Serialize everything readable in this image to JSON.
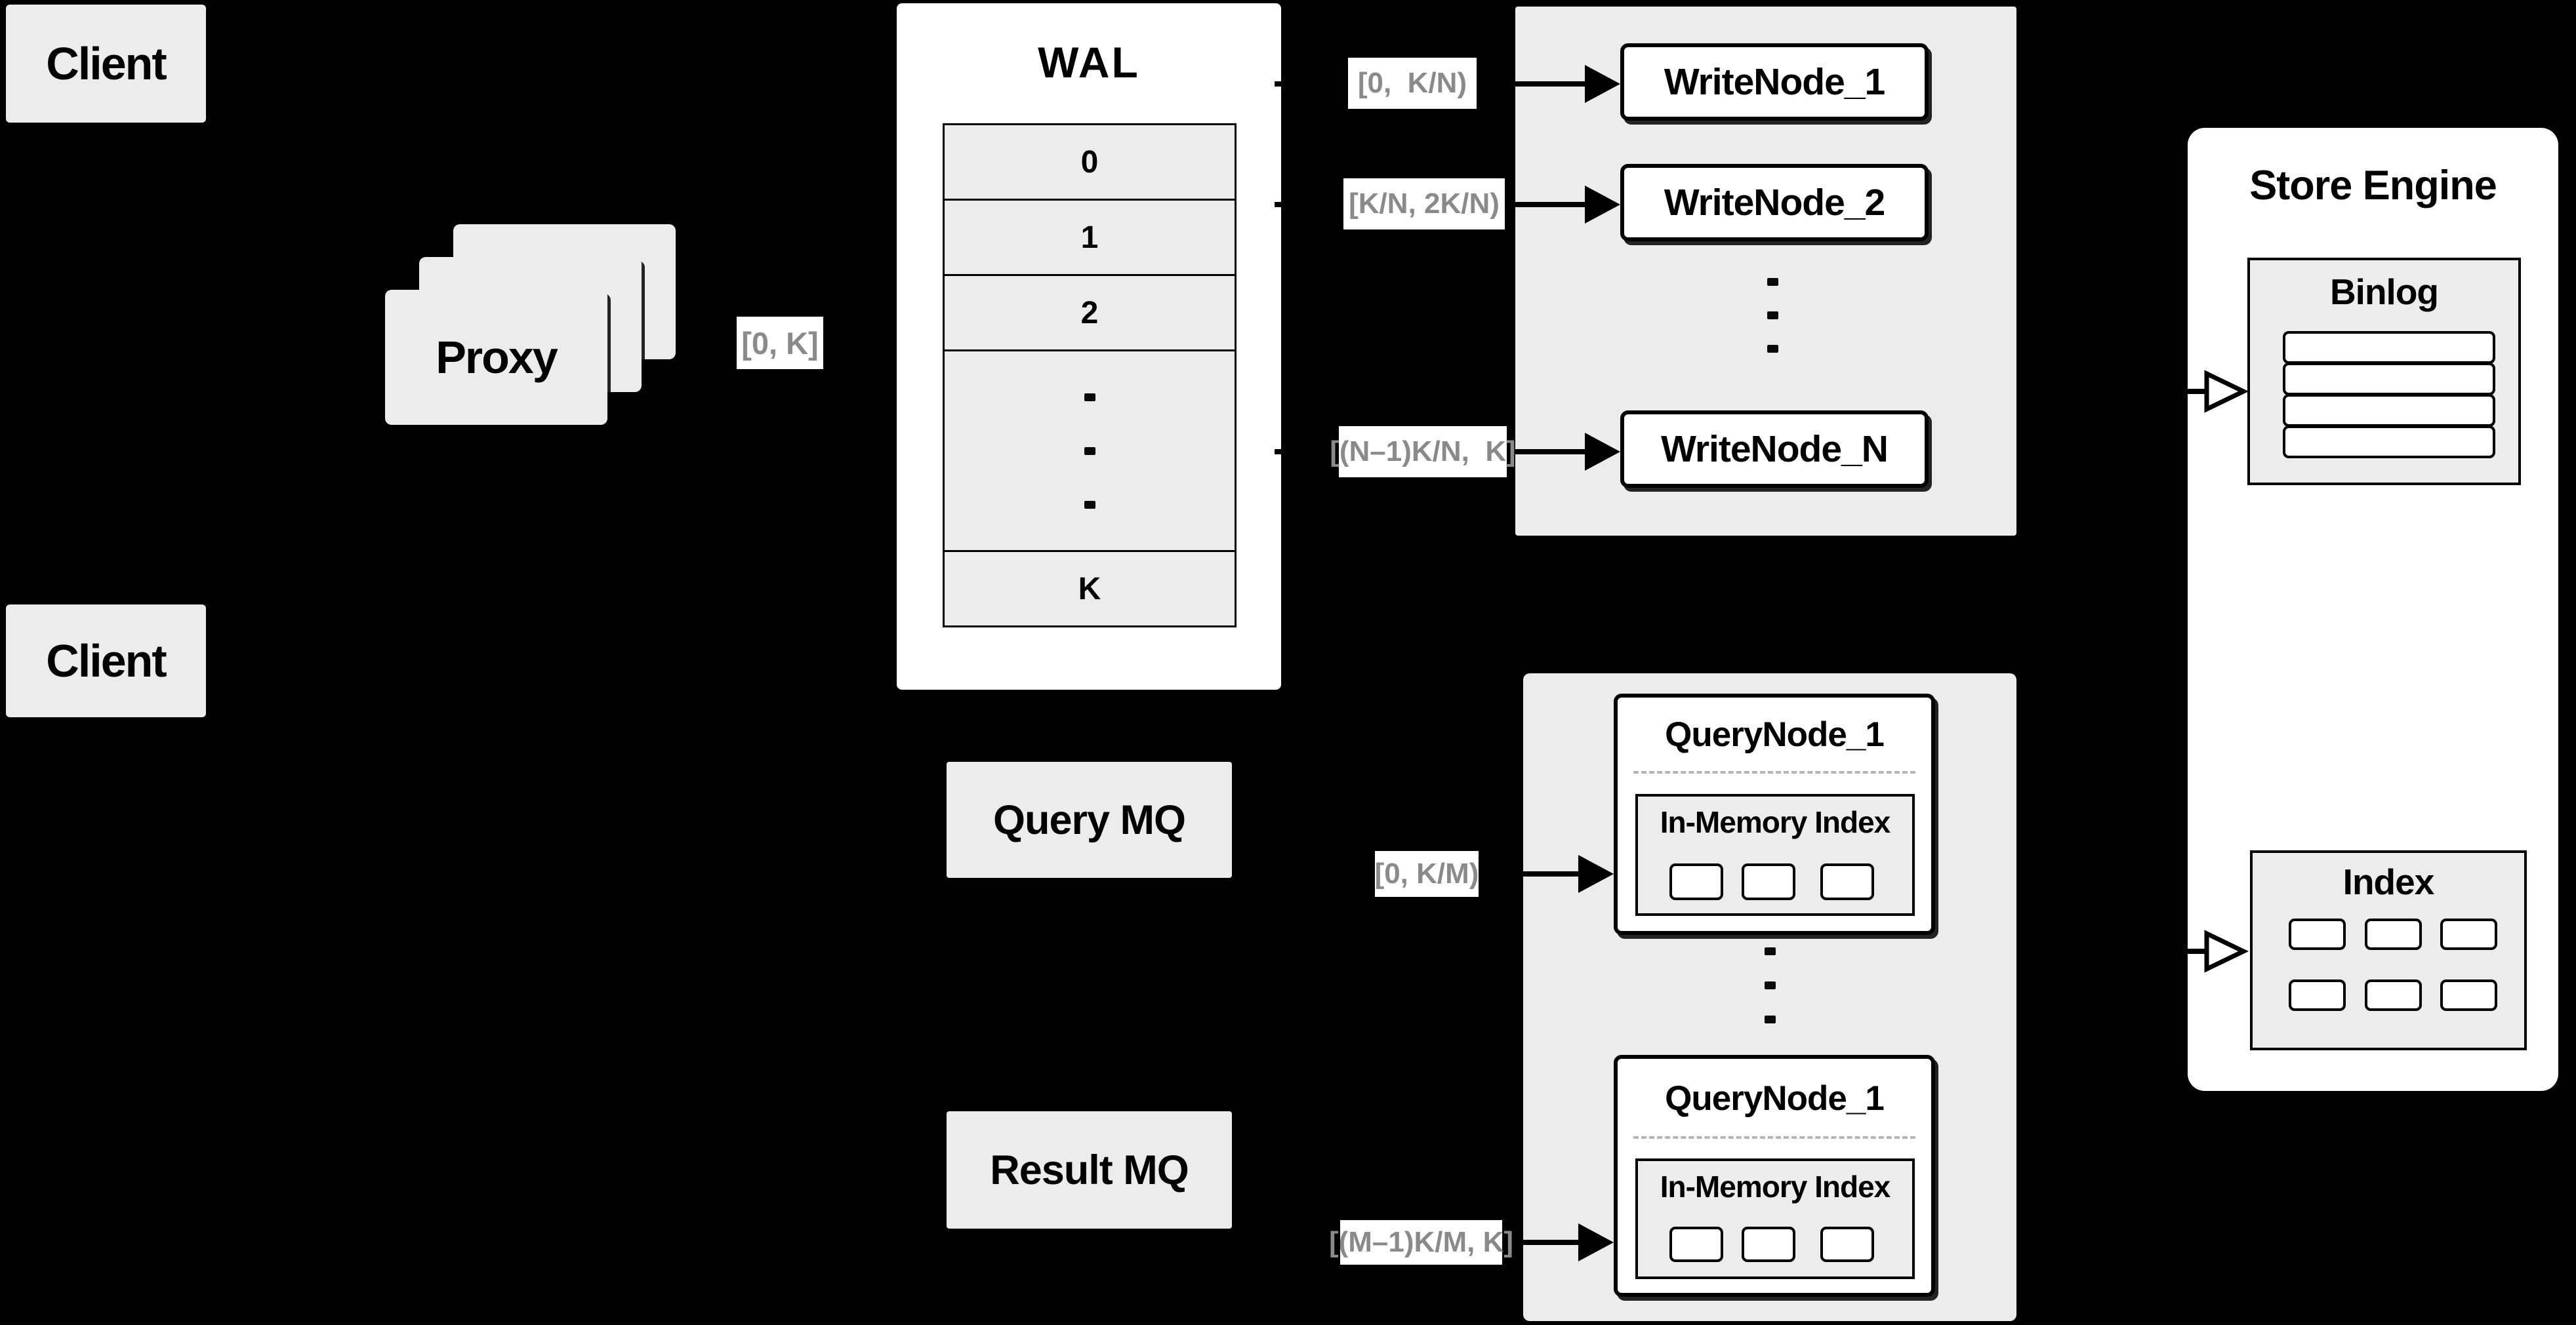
{
  "diagram": {
    "background": "#000000",
    "panel_gray": "#ececec",
    "panel_white": "#ffffff",
    "range_label_text_color": "#8a8a8a"
  },
  "clients": {
    "top_label": "Client",
    "bottom_label": "Client"
  },
  "proxy": {
    "label": "Proxy"
  },
  "wal": {
    "title": "WAL",
    "rows": [
      "0",
      "1",
      "2",
      "K"
    ]
  },
  "flow_labels": {
    "proxy_to_wal": "[0, K]",
    "write_node_1": "[0,  K/N)",
    "write_node_2": "[K/N, 2K/N)",
    "write_node_n": "[(N–1)K/N,  K]",
    "query_node_1": "[0, K/M)",
    "query_node_m": "[(M–1)K/M, K]"
  },
  "write_nodes": {
    "node_1": "WriteNode_1",
    "node_2": "WriteNode_2",
    "node_n": "WriteNode_N"
  },
  "mq": {
    "query_label": "Query MQ",
    "result_label": "Result MQ"
  },
  "query_nodes": {
    "node_1_title": "QueryNode_1",
    "node_2_title": "QueryNode_1",
    "in_memory_index_label": "In-Memory Index"
  },
  "store_engine": {
    "title": "Store Engine",
    "binlog_title": "Binlog",
    "index_title": "Index"
  }
}
